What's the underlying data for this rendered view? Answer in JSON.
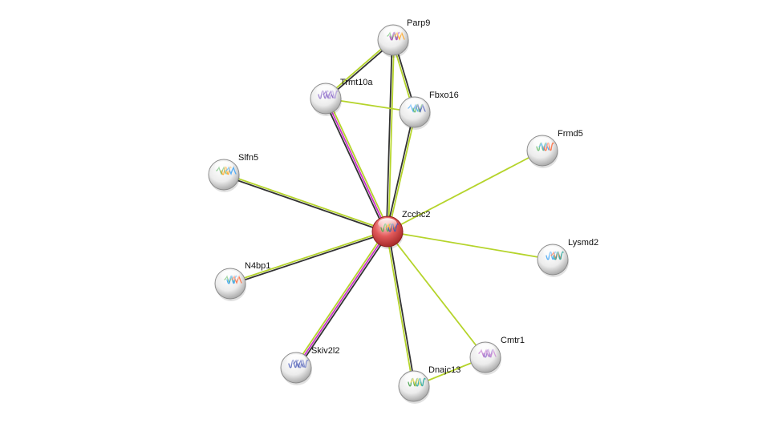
{
  "network": {
    "nodes": [
      {
        "id": "zcchc2",
        "label": "Zcchc2",
        "query": true,
        "structure_colors": [
          "#4caf50",
          "#ff9800",
          "#3f51b5"
        ]
      },
      {
        "id": "parp9",
        "label": "Parp9",
        "query": false,
        "structure_colors": [
          "#66bb6a",
          "#ab47bc",
          "#ffa726"
        ]
      },
      {
        "id": "trmt10a",
        "label": "Trmt10a",
        "query": false,
        "structure_colors": [
          "#9575cd",
          "#7e57c2",
          "#b39ddb"
        ]
      },
      {
        "id": "fbxo16",
        "label": "Fbxo16",
        "query": false,
        "structure_colors": [
          "#42a5f5",
          "#66bb6a",
          "#5c6bc0"
        ]
      },
      {
        "id": "frmd5",
        "label": "Frmd5",
        "query": false,
        "structure_colors": [
          "#66bb6a",
          "#42a5f5",
          "#ff7043"
        ]
      },
      {
        "id": "slfn5",
        "label": "Slfn5",
        "query": false,
        "structure_colors": [
          "#66bb6a",
          "#ffa726",
          "#42a5f5"
        ]
      },
      {
        "id": "lysmd2",
        "label": "Lysmd2",
        "query": false,
        "structure_colors": [
          "#42a5f5",
          "#ff7043",
          "#26a69a"
        ]
      },
      {
        "id": "n4bp1",
        "label": "N4bp1",
        "query": false,
        "structure_colors": [
          "#66bb6a",
          "#42a5f5",
          "#ff7043"
        ]
      },
      {
        "id": "skiv2l2",
        "label": "Skiv2l2",
        "query": false,
        "structure_colors": [
          "#5c6bc0",
          "#3949ab",
          "#7986cb"
        ]
      },
      {
        "id": "cmtr1",
        "label": "Cmtr1",
        "query": false,
        "structure_colors": [
          "#ba68c8",
          "#9575cd",
          "#ce93d8"
        ]
      },
      {
        "id": "dnajc13",
        "label": "Dnajc13",
        "query": false,
        "structure_colors": [
          "#43a047",
          "#fdd835",
          "#26a69a"
        ]
      }
    ],
    "edges": [
      {
        "from": "zcchc2",
        "to": "parp9",
        "evidence": [
          "coexpression",
          "textmining"
        ]
      },
      {
        "from": "zcchc2",
        "to": "trmt10a",
        "evidence": [
          "coexpression",
          "experiments",
          "textmining"
        ]
      },
      {
        "from": "zcchc2",
        "to": "fbxo16",
        "evidence": [
          "coexpression",
          "textmining"
        ]
      },
      {
        "from": "zcchc2",
        "to": "frmd5",
        "evidence": [
          "textmining"
        ]
      },
      {
        "from": "zcchc2",
        "to": "slfn5",
        "evidence": [
          "coexpression",
          "textmining"
        ]
      },
      {
        "from": "zcchc2",
        "to": "lysmd2",
        "evidence": [
          "textmining"
        ]
      },
      {
        "from": "zcchc2",
        "to": "n4bp1",
        "evidence": [
          "coexpression",
          "textmining"
        ]
      },
      {
        "from": "zcchc2",
        "to": "skiv2l2",
        "evidence": [
          "coexpression",
          "experiments",
          "textmining"
        ]
      },
      {
        "from": "zcchc2",
        "to": "cmtr1",
        "evidence": [
          "textmining"
        ]
      },
      {
        "from": "zcchc2",
        "to": "dnajc13",
        "evidence": [
          "coexpression",
          "textmining"
        ]
      },
      {
        "from": "parp9",
        "to": "trmt10a",
        "evidence": [
          "coexpression",
          "textmining"
        ]
      },
      {
        "from": "parp9",
        "to": "fbxo16",
        "evidence": [
          "coexpression",
          "textmining"
        ]
      },
      {
        "from": "trmt10a",
        "to": "fbxo16",
        "evidence": [
          "textmining"
        ]
      },
      {
        "from": "cmtr1",
        "to": "dnajc13",
        "evidence": [
          "textmining"
        ]
      }
    ],
    "evidence_colors": {
      "coexpression": "#333333",
      "experiments": "#cc33cc",
      "textmining": "#b5d42b"
    },
    "node_colors": {
      "query_fill": "#e05050",
      "query_rim": "#8f1d1d",
      "neighbor_fill": "#f2f2f2",
      "neighbor_rim": "#8c8c8c"
    }
  }
}
